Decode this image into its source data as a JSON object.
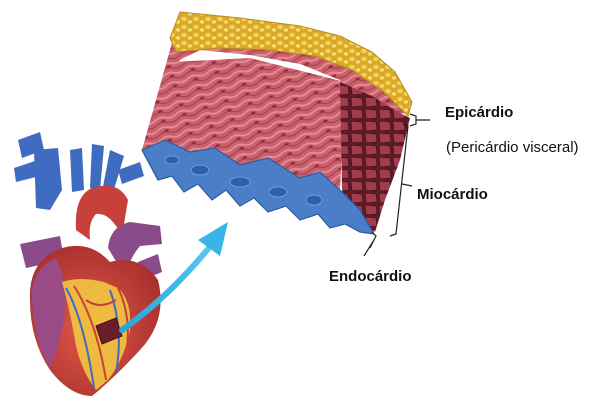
{
  "labels": {
    "epicardium": "Epicárdio",
    "visceral_pericardium": "(Pericárdio visceral)",
    "myocardium": "Miocárdio",
    "endocardium": "Endocárdio"
  },
  "colors": {
    "epicardium": "#e8c53a",
    "myocardium": "#b04452",
    "myocardium_dark": "#8f2f3c",
    "endocardium": "#4a7fc8",
    "heart_red": "#c8403a",
    "vessel_blue": "#3f6cc0",
    "vessel_purple": "#8b4a8a",
    "fat_yellow": "#f0c040",
    "arrow": "#39b4e6"
  }
}
